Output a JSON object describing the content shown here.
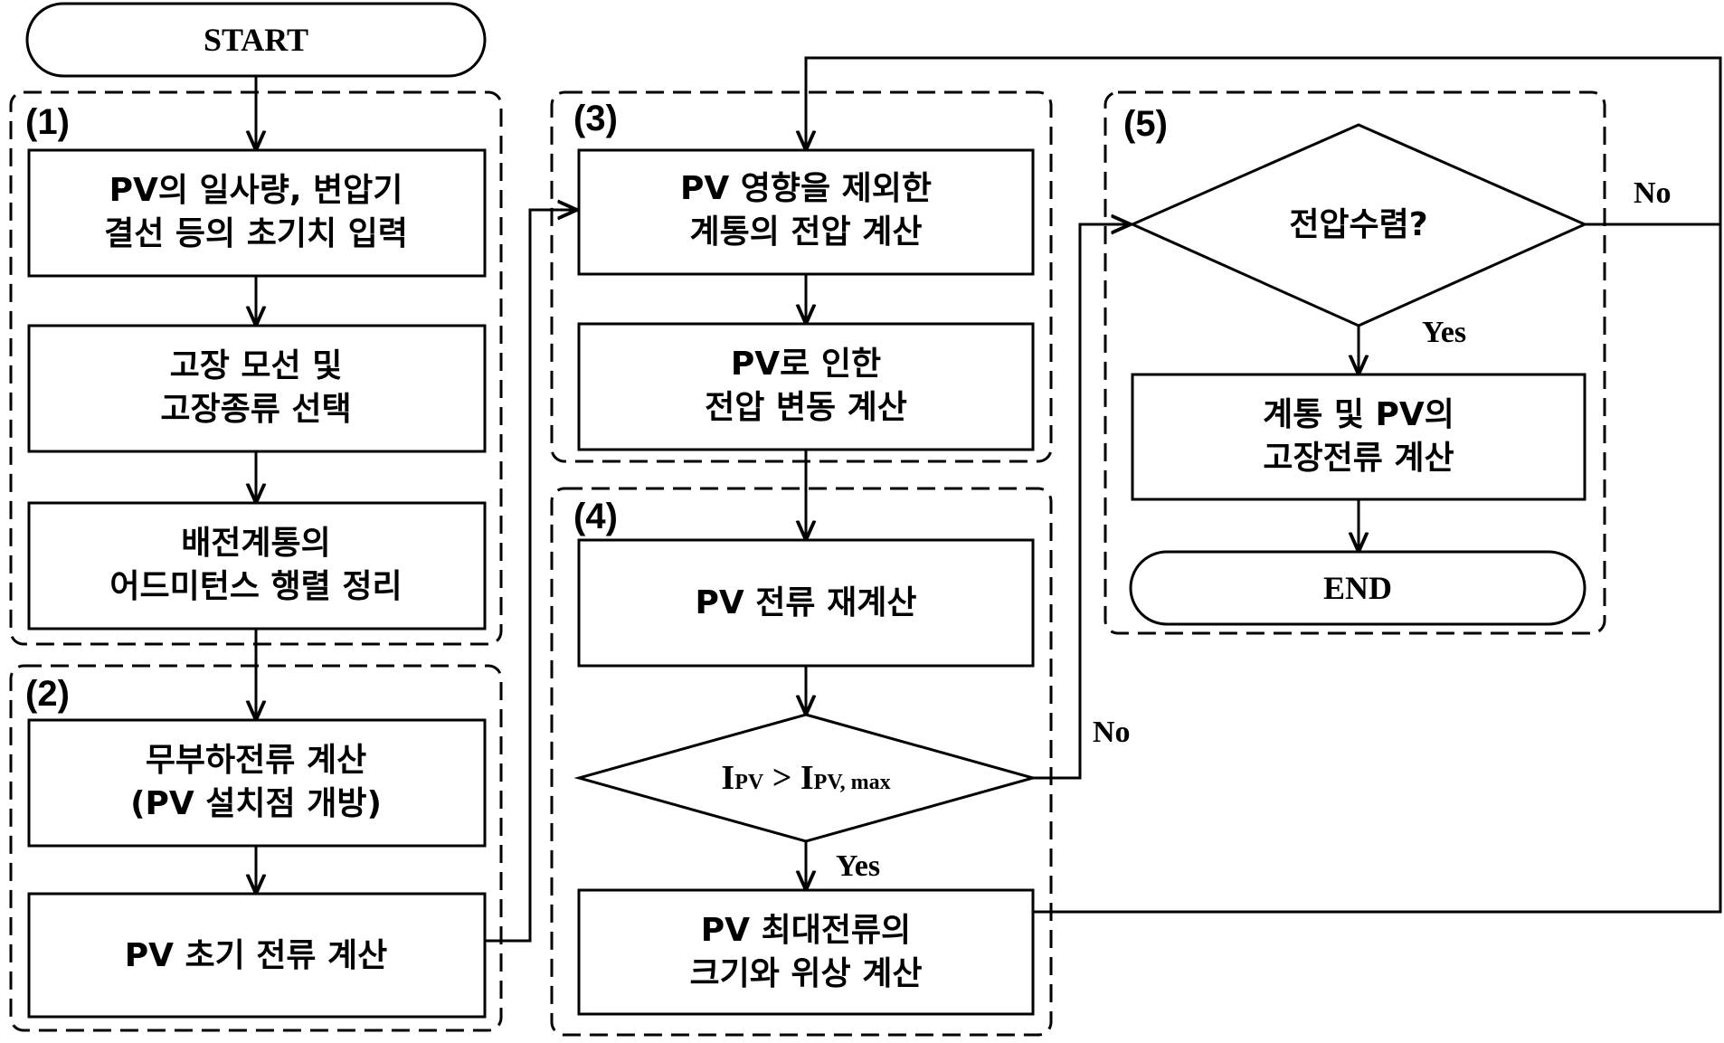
{
  "nodes": {
    "start": "START",
    "end": "END",
    "n1a": [
      "PV의 일사량, 변압기",
      "결선 등의 초기치 입력"
    ],
    "n1b": [
      "고장 모선 및",
      "고장종류 선택"
    ],
    "n1c": [
      "배전계통의",
      "어드미턴스 행렬 정리"
    ],
    "n2a": [
      "무부하전류 계산",
      "(PV 설치점 개방)"
    ],
    "n2b": [
      "PV 초기 전류 계산"
    ],
    "n3a": [
      "PV 영향을 제외한",
      "계통의 전압 계산"
    ],
    "n3b": [
      "PV로 인한",
      "전압 변동 계산"
    ],
    "n4a": [
      "PV 전류 재계산"
    ],
    "n4d": {
      "i1": "I",
      "s1": "PV",
      "op": " > ",
      "i2": "I",
      "s2": "PV, max"
    },
    "n4b": [
      "PV 최대전류의",
      "크기와 위상 계산"
    ],
    "n5d": [
      "전압수렴?"
    ],
    "n5a": [
      "계통 및 PV의",
      "고장전류 계산"
    ]
  },
  "groups": {
    "g1": "(1)",
    "g2": "(2)",
    "g3": "(3)",
    "g4": "(4)",
    "g5": "(5)"
  },
  "edge_labels": {
    "d4_no": "No",
    "d4_yes": "Yes",
    "d5_no": "No",
    "d5_yes": "Yes"
  }
}
